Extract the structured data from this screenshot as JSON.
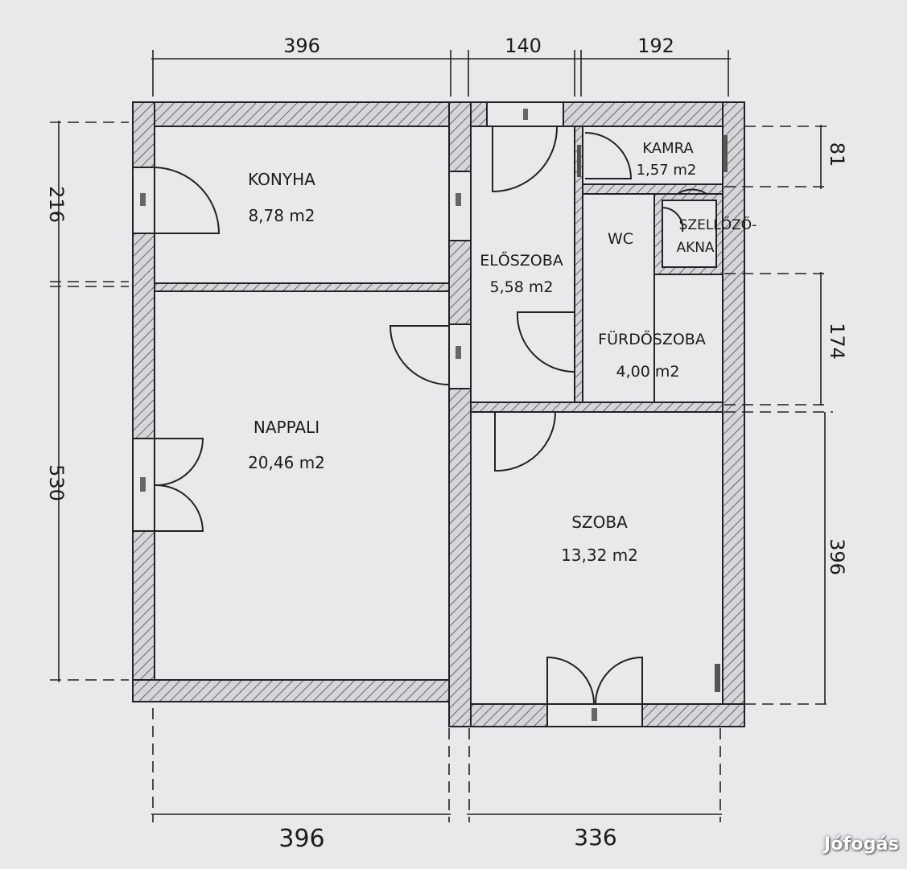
{
  "rooms": {
    "konyha": {
      "name": "KONYHA",
      "area": "8,78 m2"
    },
    "nappali": {
      "name": "NAPPALI",
      "area": "20,46 m2"
    },
    "eloszoba": {
      "name": "ELŐSZOBA",
      "area": "5,58 m2"
    },
    "kamra": {
      "name": "KAMRA",
      "area": "1,57 m2"
    },
    "wc": {
      "name": "WC"
    },
    "szellozo": {
      "name_line1": "SZELLŐZŐ-",
      "name_line2": "AKNA"
    },
    "furdoszoba": {
      "name": "FÜRDŐSZOBA",
      "area": "4,00 m2"
    },
    "szoba": {
      "name": "SZOBA",
      "area": "13,32 m2"
    }
  },
  "dimensions": {
    "top_left": "396",
    "top_middle": "140",
    "top_right": "192",
    "left_upper": "216",
    "left_lower": "530",
    "right_top": "81",
    "right_middle": "174",
    "right_lower": "396",
    "bottom_left": "396",
    "bottom_right": "336"
  },
  "watermark": "Jófogás",
  "colors": {
    "wall_fill": "#d4d4d8",
    "wall_hatch": "#555555",
    "line": "#1f1f1f",
    "paper": "#e9e9ec"
  }
}
